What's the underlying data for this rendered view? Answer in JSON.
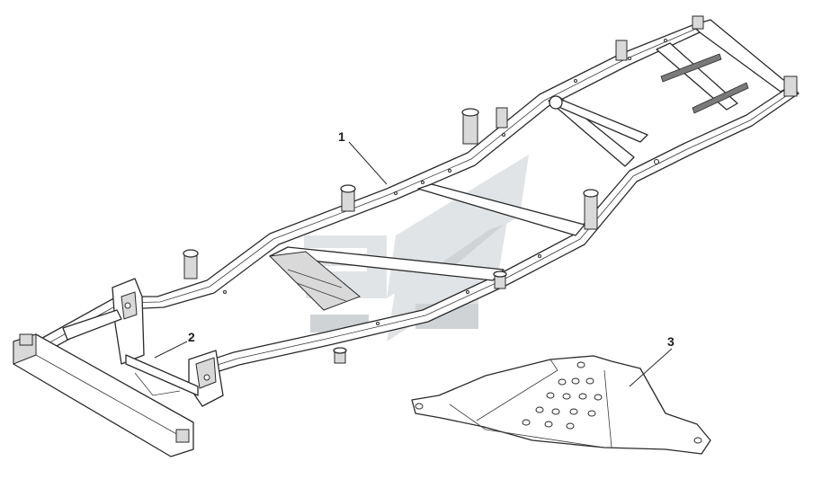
{
  "diagram": {
    "callouts": [
      {
        "id": "1",
        "label": "1"
      },
      {
        "id": "2",
        "label": "2"
      },
      {
        "id": "3",
        "label": "3"
      }
    ],
    "colors": {
      "line": "#2a2a2a",
      "background": "#ffffff",
      "watermark_light": "#c9ced3",
      "watermark_dark": "#a9b0b6"
    },
    "icons": {
      "watermark": "brand-logo-watermark"
    }
  }
}
